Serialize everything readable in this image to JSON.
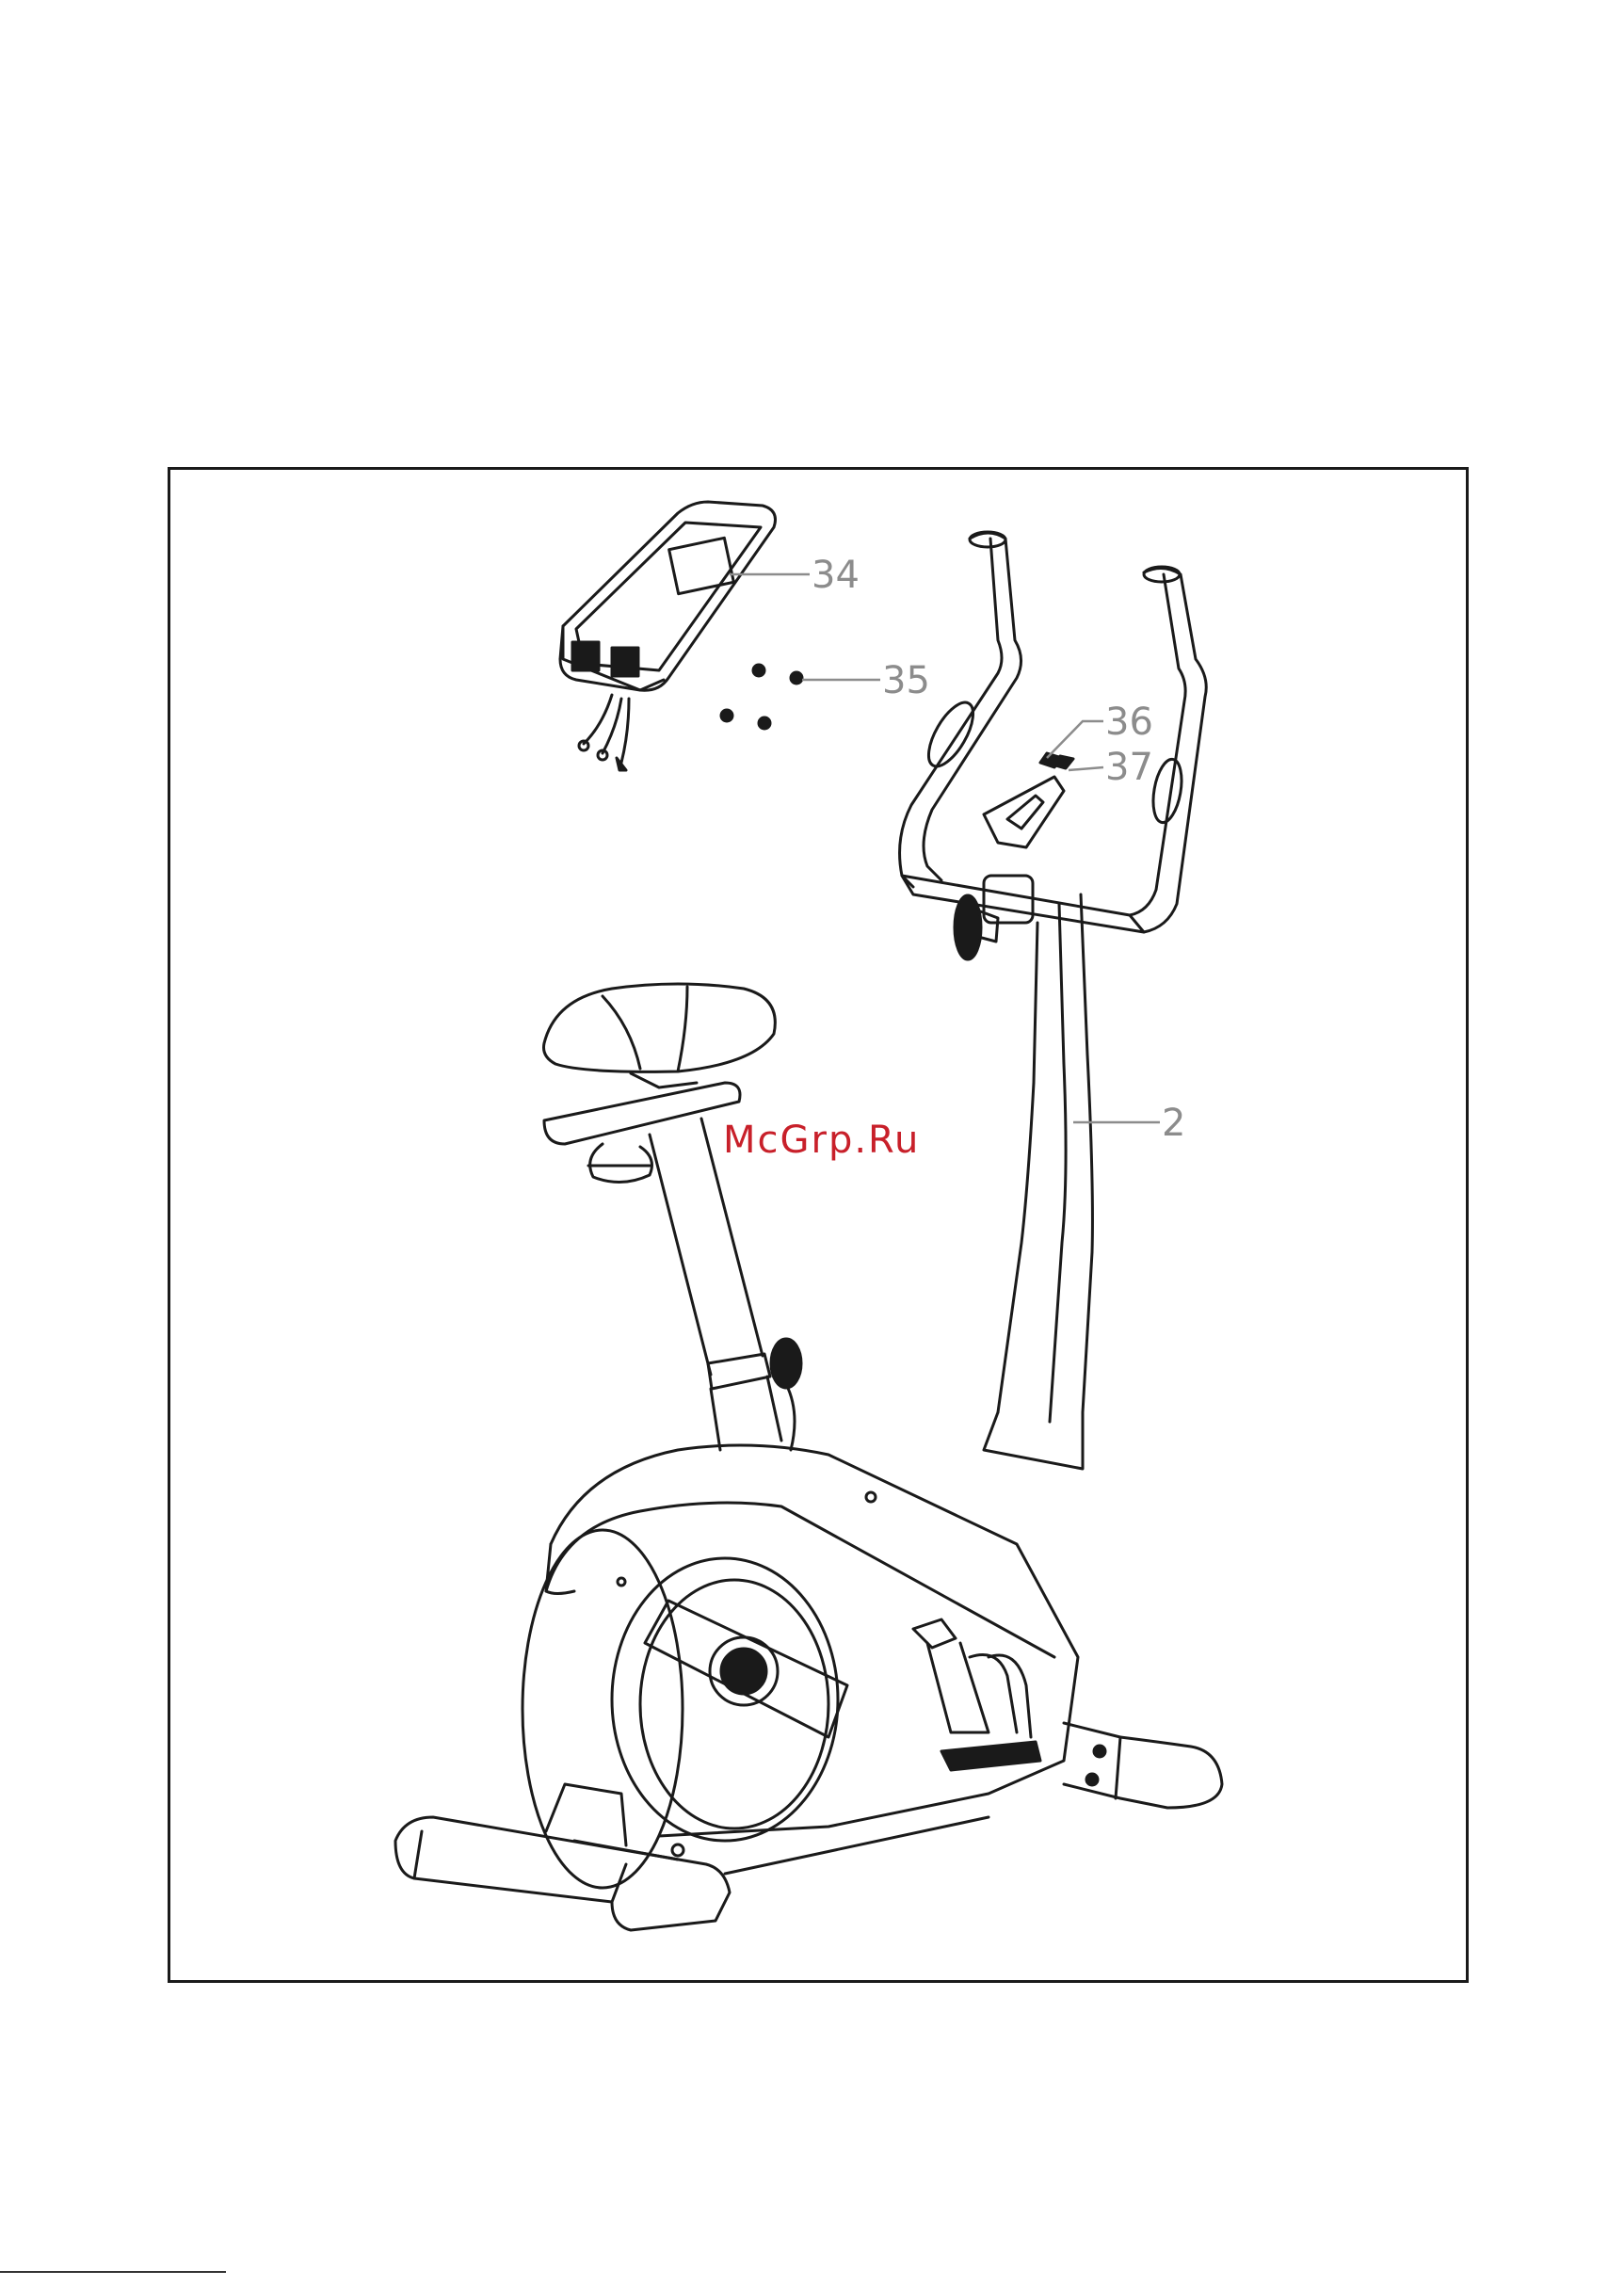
{
  "diagram": {
    "callouts": [
      {
        "id": "34",
        "label": "34"
      },
      {
        "id": "35",
        "label": "35"
      },
      {
        "id": "36",
        "label": "36"
      },
      {
        "id": "37",
        "label": "37"
      },
      {
        "id": "2",
        "label": "2"
      }
    ],
    "watermark": "McGrp.Ru"
  },
  "colors": {
    "line_art": "#1a1a1a",
    "callout_text": "#8c8c8c",
    "watermark": "#c8202a"
  }
}
